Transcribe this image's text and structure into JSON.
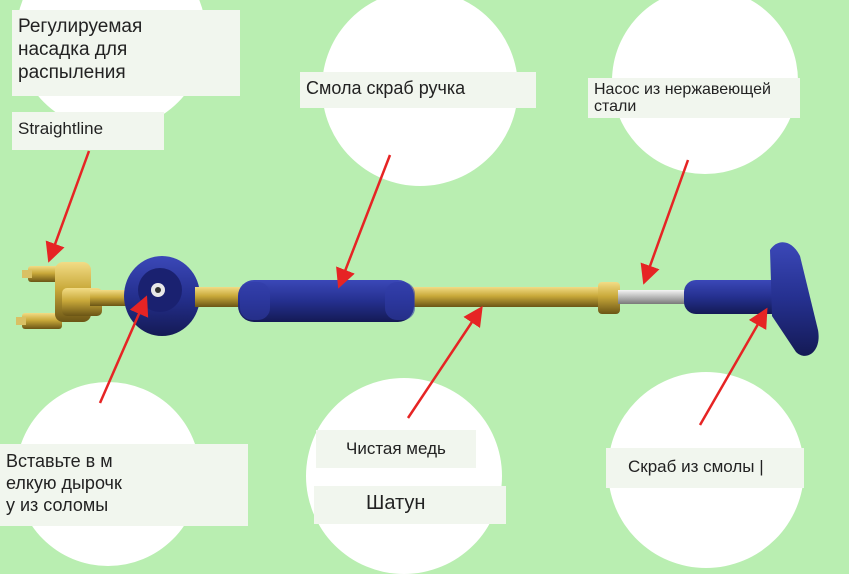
{
  "labels": {
    "nozzle": "Регулируемая\nнасадка для\nраспыления",
    "straightline": "Straightline",
    "handle": "Смола скраб ручка",
    "pump": "Насос из нержавеющей\nстали",
    "insert": "Вставьте в м\nелкую дырочк\nу из соломы",
    "copper": "Чистая медь",
    "rod": "Шатун",
    "scrub": "Скраб из смолы |"
  },
  "colors": {
    "background": "#b9eeb1",
    "arrow": "#e62424",
    "brass": "#c9a93a",
    "handle_blue": "#25308f"
  }
}
